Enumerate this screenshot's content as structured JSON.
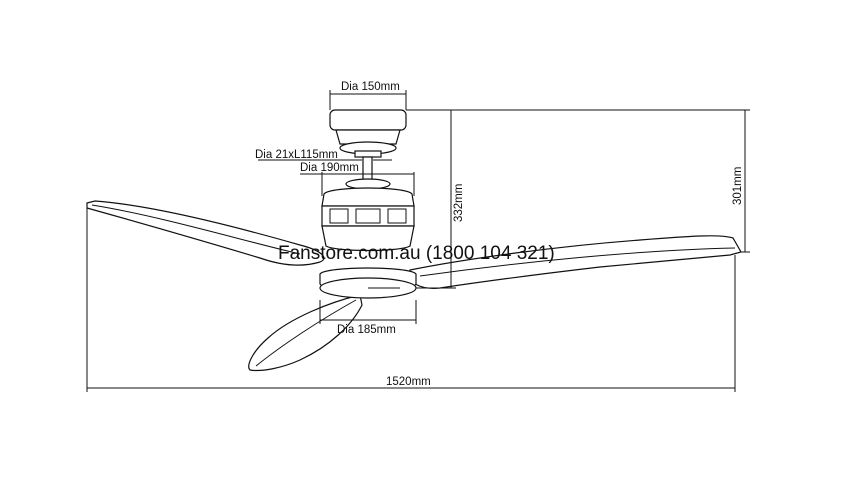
{
  "dimensions": {
    "canopy_dia": "Dia 150mm",
    "downrod": "Dia 21xL115mm",
    "motor_dia": "Dia 190mm",
    "light_dia": "Dia 185mm",
    "height_332": "332mm",
    "height_301": "301mm",
    "span": "1520mm"
  },
  "watermark": "Fanstore.com.au (1800 104 321)"
}
